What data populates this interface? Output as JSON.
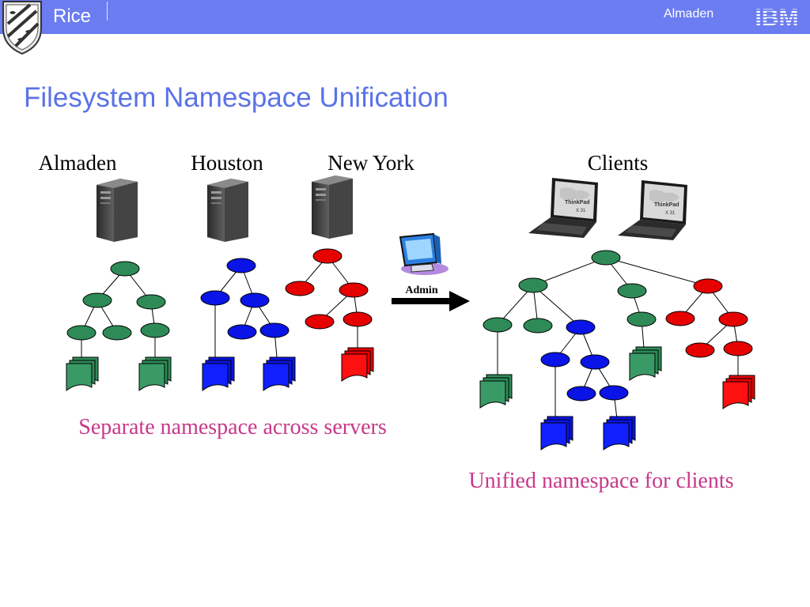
{
  "header": {
    "left_label": "Rice",
    "right_label": "Almaden",
    "logo_text": "IBM"
  },
  "slide": {
    "title": "Filesystem Namespace Unification"
  },
  "diagram": {
    "servers": [
      "Almaden",
      "Houston",
      "New York"
    ],
    "clients_label": "Clients",
    "admin_label": "Admin",
    "laptop_brand": "ThinkPad",
    "laptop_model": "X 31",
    "caption_left": "Separate namespace across servers",
    "caption_right": "Unified namespace for clients"
  },
  "colors": {
    "header_bar": "#6b7df0",
    "title": "#5a72e8",
    "caption": "#c8388a",
    "green_node": "#2e8b57",
    "blue_node": "#0a14e6",
    "red_node": "#e60000"
  }
}
